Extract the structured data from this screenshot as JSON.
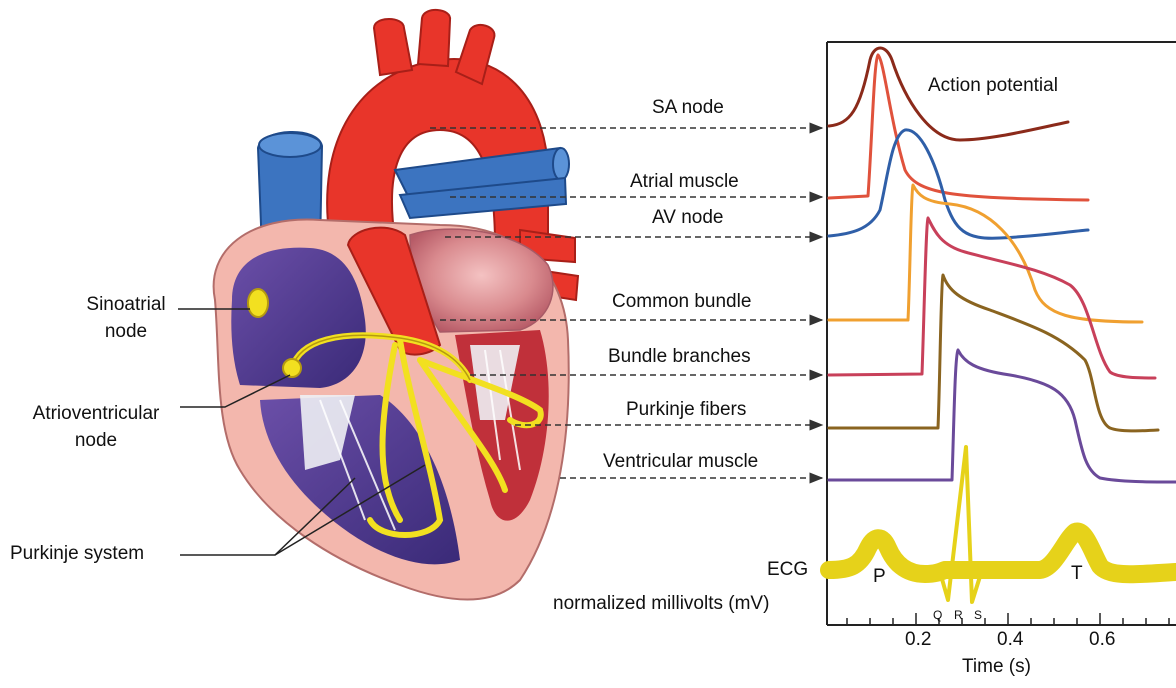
{
  "heart_labels": {
    "sinoatrial": [
      "Sinoatrial",
      "node"
    ],
    "atrioventricular": [
      "Atrioventricular",
      "node"
    ],
    "purkinje_system": "Purkinje system"
  },
  "structures": [
    "SA node",
    "Atrial muscle",
    "AV node",
    "Common bundle",
    "Bundle branches",
    "Purkinje fibers",
    "Ventricular muscle"
  ],
  "chart_title": "Action potential",
  "ecg": {
    "label": "ECG",
    "unit_label": "normalized millivolts (mV)",
    "waves": {
      "p": "P",
      "q": "Q",
      "r": "R",
      "s": "S",
      "t": "T"
    }
  },
  "axis": {
    "title": "Time (s)",
    "tick_labels": [
      "0.2",
      "0.4",
      "0.6"
    ]
  },
  "colors": {
    "sa": "#8b2a1a",
    "atrial": "#e0523c",
    "av": "#2f5fa8",
    "common": "#f0a030",
    "branches": "#c8405a",
    "purkinje": "#8a6420",
    "ventricular": "#6a4a9a",
    "ecg": "#e6d21a",
    "aorta": "#e8352a",
    "vein": "#3c74c0",
    "conduction": "#f2e020"
  }
}
